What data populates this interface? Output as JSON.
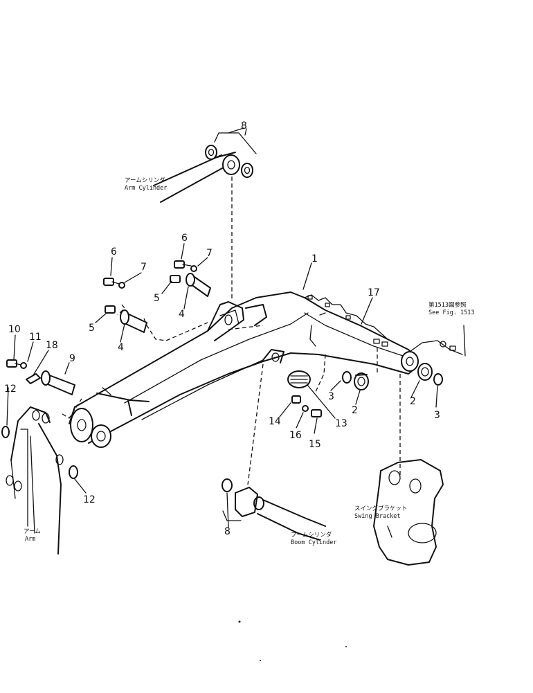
{
  "callouts": {
    "c1": "1",
    "c2a": "2",
    "c2b": "2",
    "c3a": "3",
    "c3b": "3",
    "c4a": "4",
    "c4b": "4",
    "c5a": "5",
    "c5b": "5",
    "c6a": "6",
    "c6b": "6",
    "c7a": "7",
    "c7b": "7",
    "c8a": "8",
    "c8b": "8",
    "c9": "9",
    "c10": "10",
    "c11": "11",
    "c12a": "12",
    "c12b": "12",
    "c13": "13",
    "c14": "14",
    "c15": "15",
    "c16": "16",
    "c17": "17",
    "c18": "18"
  },
  "labels": {
    "arm_cylinder_jp": "アームシリンダ",
    "arm_cylinder_en": "Arm  Cylinder",
    "boom_cylinder_jp": "ブームシリンダ",
    "boom_cylinder_en": "Boom  Cylinder",
    "swing_bracket_jp": "スイングブラケット",
    "swing_bracket_en": "Swing  Bracket",
    "arm_jp": "アーム",
    "arm_en": "Arm",
    "see_fig_jp": "第1513図参照",
    "see_fig_en": "See  Fig.  1513"
  }
}
